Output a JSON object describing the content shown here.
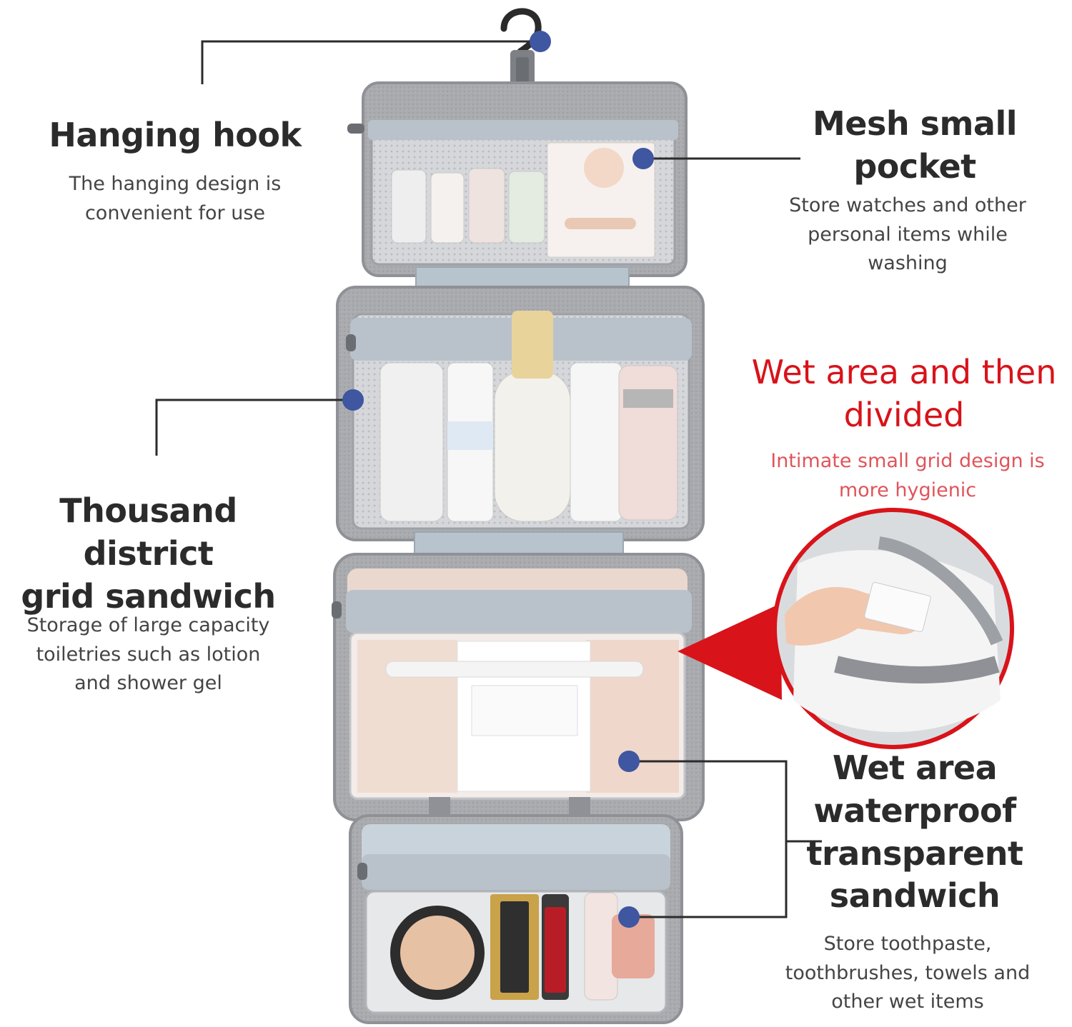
{
  "colors": {
    "leader_line": "#2b2b2b",
    "dot": "#3f56a0",
    "red_accent": "#d8131a",
    "bag_grey": "#a7a9ad",
    "bag_lining": "#c9d3dc"
  },
  "labels": {
    "hanging_hook": {
      "title": "Hanging hook",
      "desc": "The hanging design is\nconvenient for use"
    },
    "mesh_pocket": {
      "title": "Mesh small\npocket",
      "desc": "Store watches and other\npersonal items while\nwashing"
    },
    "wet_area_divided": {
      "title": "Wet area and then\ndivided",
      "desc": "Intimate small grid design is\nmore hygienic"
    },
    "thousand_district": {
      "title": "Thousand district\ngrid sandwich",
      "desc": "Storage of large capacity\ntoiletries such as lotion\nand shower gel"
    },
    "wet_area_waterproof": {
      "title": "Wet area\nwaterproof\ntransparent\nsandwich",
      "desc": "Store toothpaste,\ntoothbrushes, towels and\nother wet items"
    }
  },
  "icons": [
    "hanger-hook-icon",
    "zipper-pull-icon"
  ]
}
